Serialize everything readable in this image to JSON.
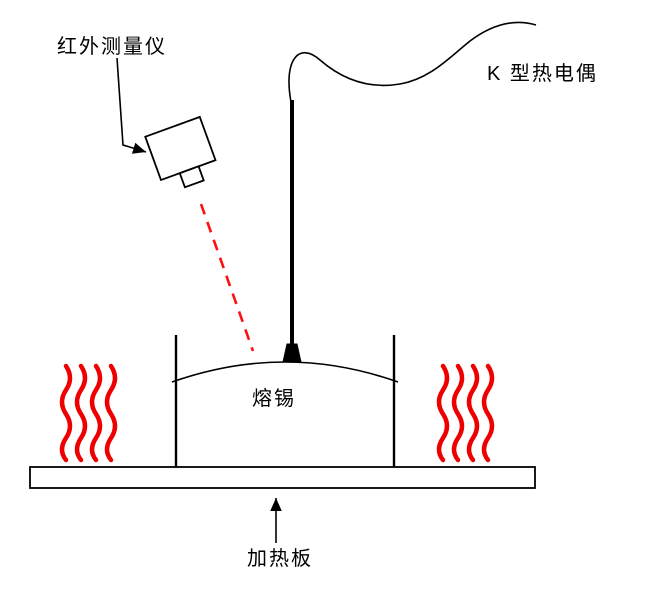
{
  "labels": {
    "infrared_meter": "红外测量仪",
    "thermocouple": "K 型热电偶",
    "molten_solder": "熔锡",
    "heating_plate": "加热板"
  },
  "colors": {
    "heat": "#ee0000",
    "laser": "#ff0f0f",
    "ink": "#000000",
    "background": "#ffffff"
  }
}
